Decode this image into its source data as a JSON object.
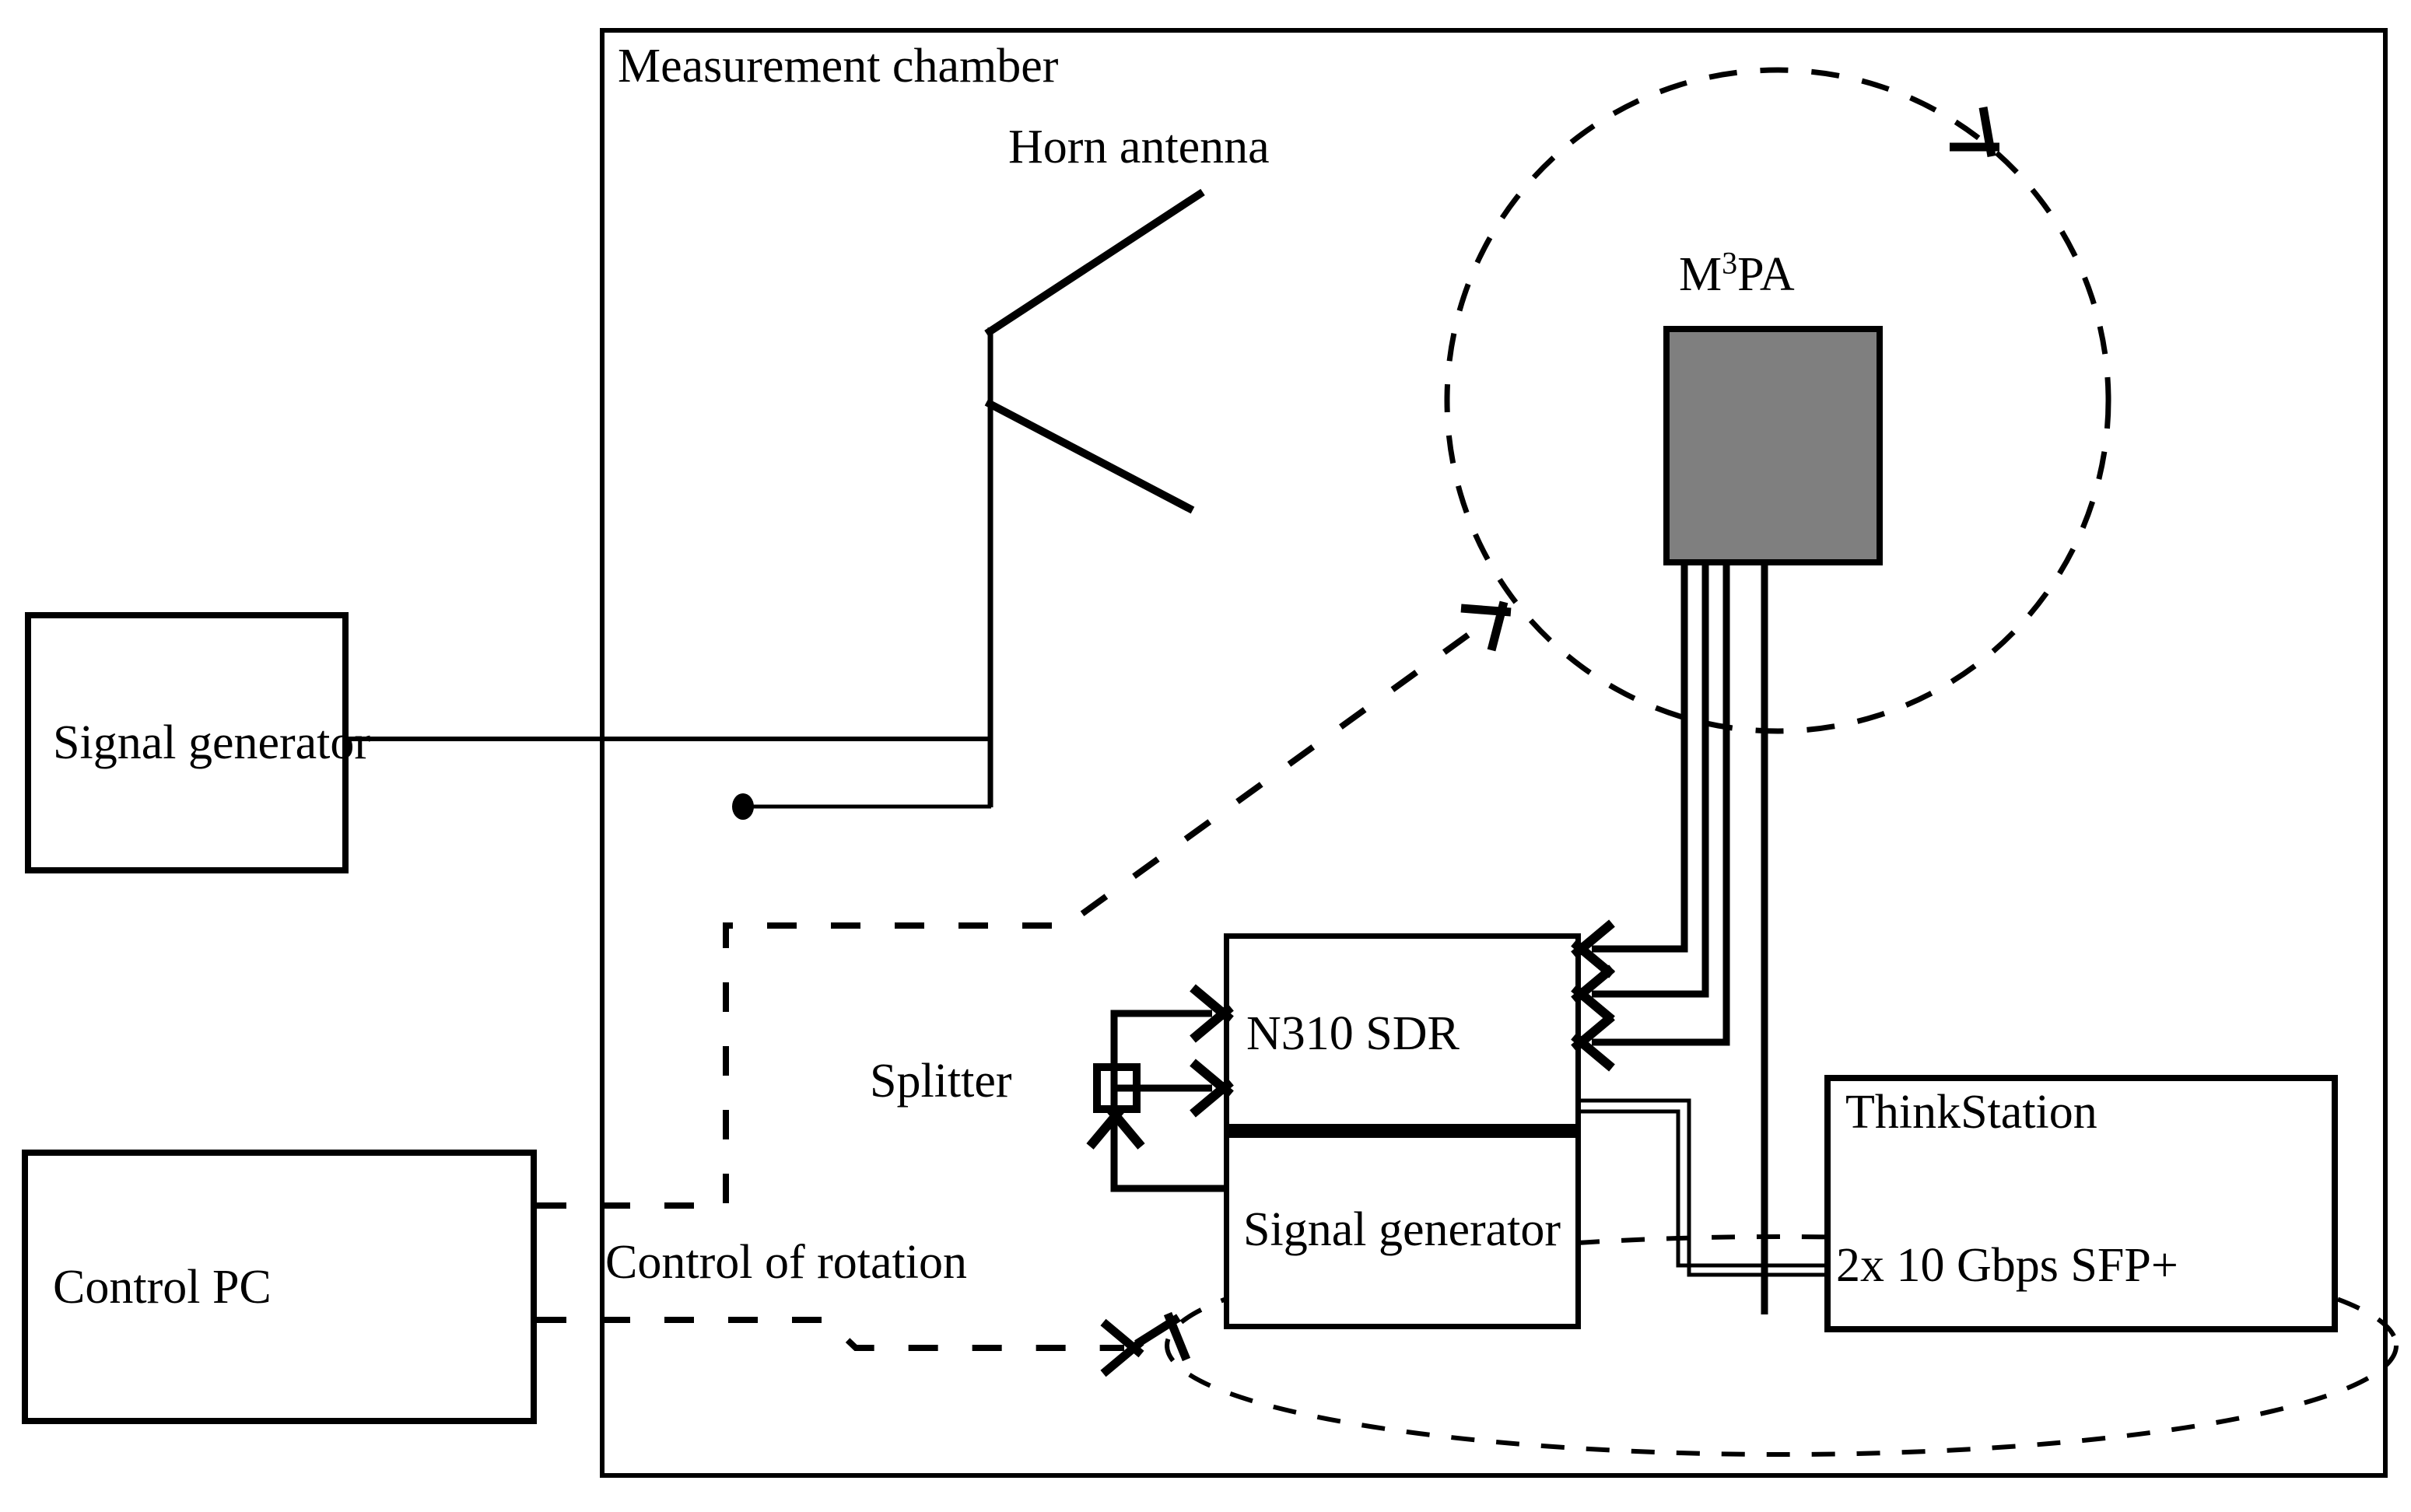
{
  "chamber": {
    "label": "Measurement chamber"
  },
  "antenna": {
    "label": "Horn antenna"
  },
  "m3pa": {
    "pre": "M",
    "sup": "3",
    "post": "PA"
  },
  "boxes": {
    "signal_generator": {
      "label": "Signal generator"
    },
    "control_pc": {
      "label": "Control PC"
    },
    "n310": {
      "label": "N310 SDR"
    },
    "signal_generator_2": {
      "label": "Signal generator"
    },
    "thinkstation": {
      "label": "ThinkStation",
      "ports": "2x 10 Gbps SFP+"
    }
  },
  "annotations": {
    "splitter": "Splitter",
    "control_of_rotation": "Control of rotation"
  },
  "colors": {
    "ink": "#000000",
    "m3pa_fill": "#7f7f7f",
    "background": "#ffffff"
  }
}
